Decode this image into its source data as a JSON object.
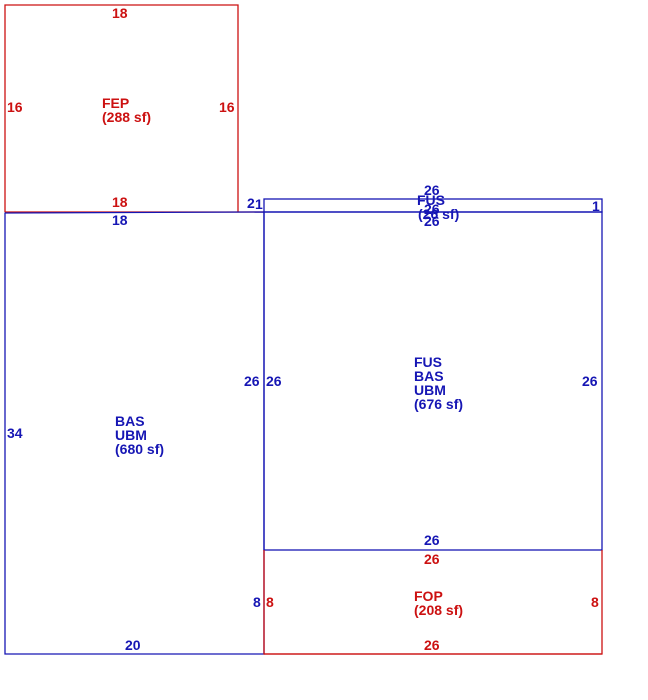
{
  "colors": {
    "red": "#cc1111",
    "blue": "#1616b4",
    "background": "#ffffff"
  },
  "areas": {
    "fep": {
      "label": "FEP",
      "area": "(288 sf)",
      "dim_top": "18",
      "dim_bottom": "18",
      "dim_left": "16",
      "dim_right": "16"
    },
    "bas_left": {
      "label1": "BAS",
      "label2": "UBM",
      "area": "(680 sf)",
      "dim_top": "18",
      "dim_left": "34",
      "dim_bottom": "20",
      "dim_right_upper": "26",
      "dim_right_lower": "8",
      "dim_step": "2"
    },
    "fus_strip": {
      "label": "FUS",
      "area": "(26 sf)",
      "dim_top": "26",
      "dim_bottom": "26",
      "dim_right": "1",
      "dim_left": "1",
      "dim_center": "26"
    },
    "fus_main": {
      "label1": "FUS",
      "label2": "BAS",
      "label3": "UBM",
      "area": "(676 sf)",
      "dim_left": "26",
      "dim_right": "26",
      "dim_bottom": "26"
    },
    "fop": {
      "label": "FOP",
      "area": "(208 sf)",
      "dim_top": "26",
      "dim_bottom": "26",
      "dim_left": "8",
      "dim_right": "8"
    }
  }
}
